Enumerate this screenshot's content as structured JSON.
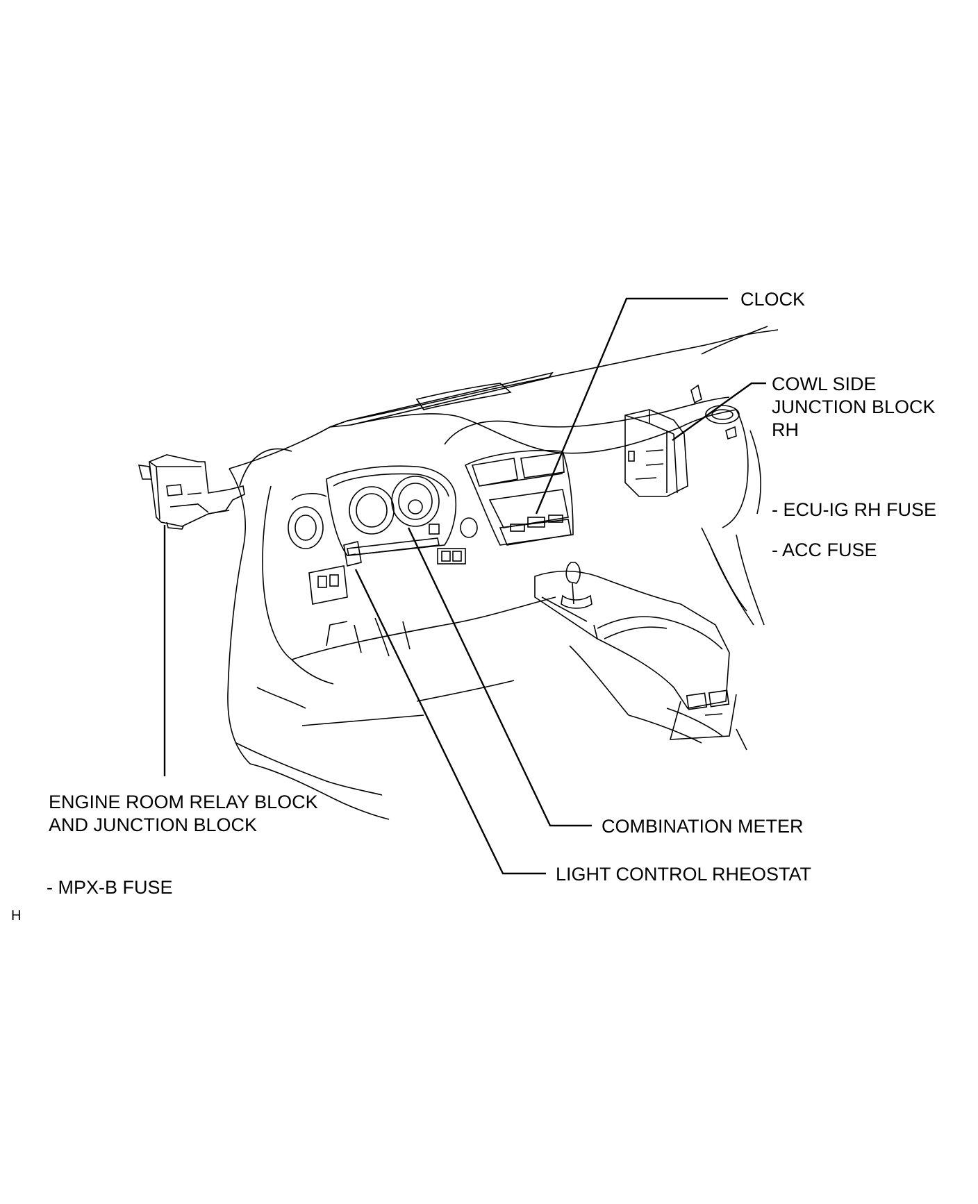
{
  "labels": {
    "clock": "CLOCK",
    "cowl_side_1": "COWL SIDE",
    "cowl_side_2": "JUNCTION BLOCK",
    "cowl_side_3": "RH",
    "ecu_ig_rh_fuse": "- ECU-IG RH FUSE",
    "acc_fuse": "- ACC FUSE",
    "engine_room_1": "ENGINE ROOM RELAY BLOCK",
    "engine_room_2": "AND JUNCTION BLOCK",
    "mpx_b_fuse": "- MPX-B FUSE",
    "combination_meter": "COMBINATION METER",
    "light_control_rheostat": "LIGHT CONTROL RHEOSTAT",
    "corner_mark": "H"
  }
}
